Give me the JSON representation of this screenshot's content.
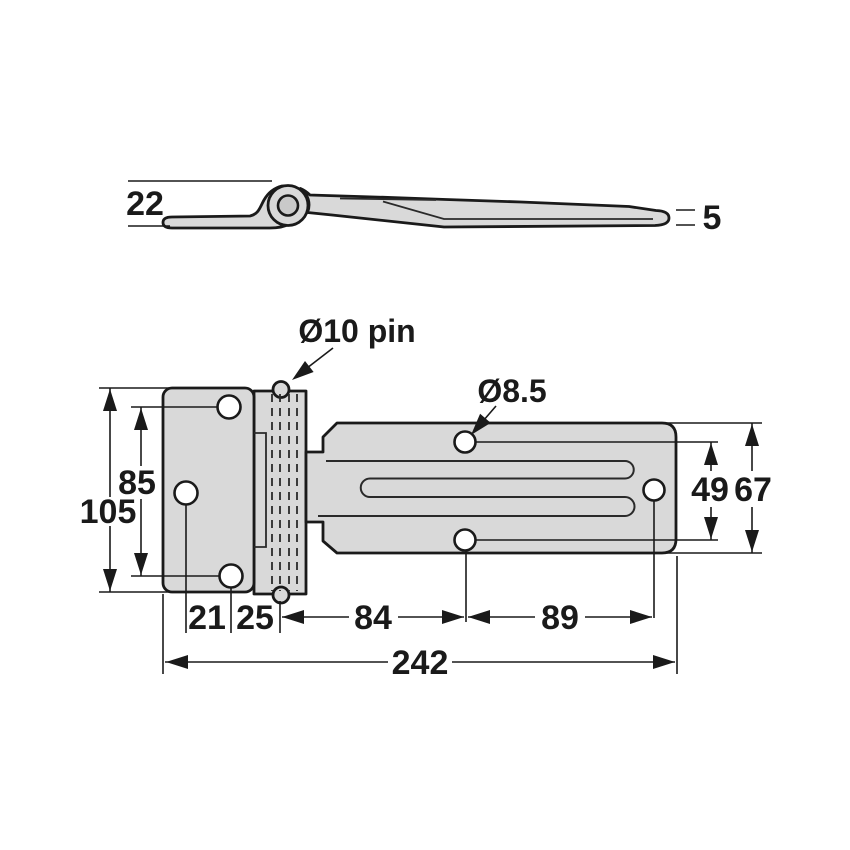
{
  "drawing": {
    "background": "#ffffff",
    "metal_color": "#d9d9d9",
    "outline_color": "#1a1a1a",
    "side_view": {
      "profile_height": "22",
      "tip_thickness": "5"
    },
    "plan_view": {
      "pin_callout": "Ø10 pin",
      "hole_callout": "Ø8.5",
      "plate_height": "105",
      "plate_hole_spacing": "85",
      "plate_hole_offset": "21",
      "hole_to_pin": "25",
      "pin_to_strap_hole": "84",
      "strap_hole_to_end_hole": "89",
      "overall_length": "242",
      "strap_hole_spacing": "49",
      "strap_width": "67"
    }
  }
}
